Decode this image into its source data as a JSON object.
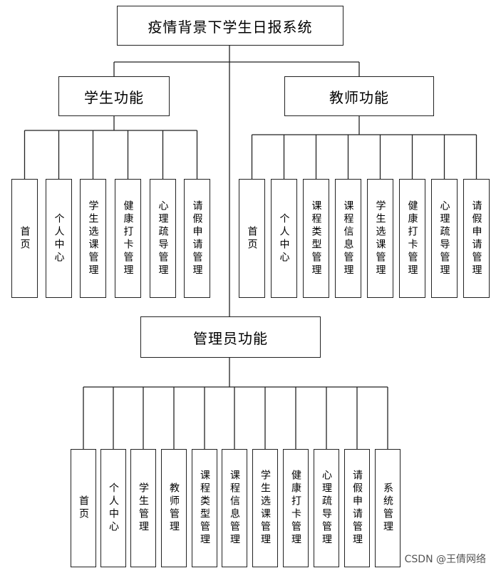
{
  "root": "疫情背景下学生日报系统",
  "groups": [
    {
      "id": "student",
      "title": "学生功能",
      "items": [
        "首页",
        "个人中心",
        "学生选课管理",
        "健康打卡管理",
        "心理疏导管理",
        "请假申请管理"
      ]
    },
    {
      "id": "teacher",
      "title": "教师功能",
      "items": [
        "首页",
        "个人中心",
        "课程类型管理",
        "课程信息管理",
        "学生选课管理",
        "健康打卡管理",
        "心理疏导管理",
        "请假申请管理"
      ]
    },
    {
      "id": "admin",
      "title": "管理员功能",
      "items": [
        "首页",
        "个人中心",
        "学生管理",
        "教师管理",
        "课程类型管理",
        "课程信息管理",
        "学生选课管理",
        "健康打卡管理",
        "心理疏导管理",
        "请假申请管理",
        "系统管理"
      ]
    }
  ],
  "watermark": "CSDN @王倩网络"
}
